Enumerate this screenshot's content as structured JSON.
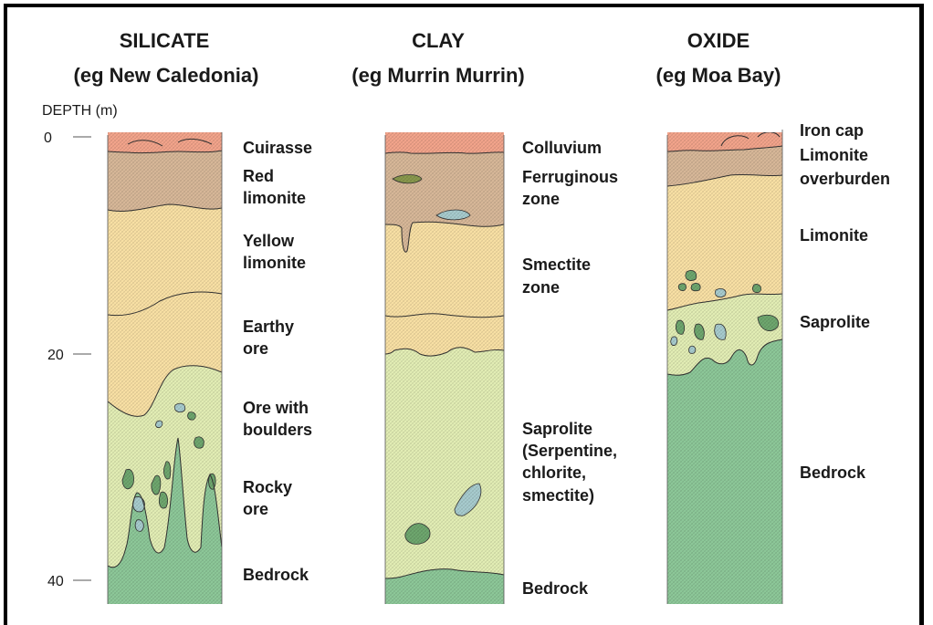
{
  "colors": {
    "cuirasse": "#f4a58c",
    "red_limonite": "#d9b99a",
    "yellow_limonite": "#fbe2a6",
    "saprolite": "#e4efb6",
    "bedrock": "#8ec99a",
    "boulder_green": "#6fa86f",
    "boulder_blue": "#a9cdd0",
    "ferruginous_spot": "#8a9a4e"
  },
  "depth_axis": {
    "title": "DEPTH  (m)",
    "ticks": [
      "0",
      "20",
      "40"
    ]
  },
  "columns": [
    {
      "id": "silicate",
      "title": "SILICATE",
      "subtitle": "(eg New Caledonia)",
      "layers": [
        "Cuirasse",
        "Red",
        "limonite",
        "Yellow",
        "limonite",
        "Earthy",
        "ore",
        "Ore with",
        "boulders",
        "Rocky",
        "ore",
        "Bedrock"
      ]
    },
    {
      "id": "clay",
      "title": "CLAY",
      "subtitle": "(eg Murrin Murrin)",
      "layers": [
        "Colluvium",
        "Ferruginous",
        "zone",
        "Smectite",
        "zone",
        "Saprolite",
        "(Serpentine,",
        "chlorite,",
        "smectite)",
        "Bedrock"
      ]
    },
    {
      "id": "oxide",
      "title": "OXIDE",
      "subtitle": "(eg Moa Bay)",
      "layers": [
        "Iron cap",
        "Limonite",
        "overburden",
        "Limonite",
        "Saprolite",
        "Bedrock"
      ]
    }
  ]
}
